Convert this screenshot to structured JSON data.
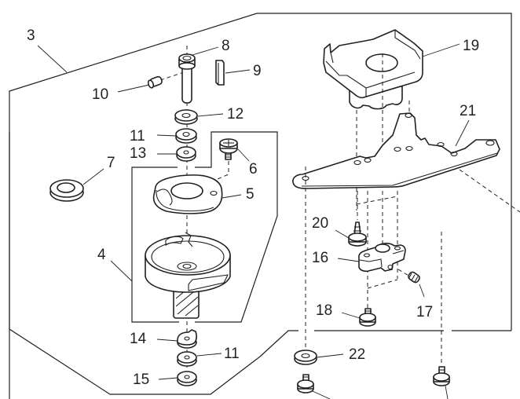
{
  "diagram": {
    "type": "exploded parts diagram",
    "subject": "rotary hook assembly",
    "colors": {
      "line": "#231f20",
      "background": "#ffffff"
    },
    "callouts": [
      {
        "id": "3",
        "label": "3"
      },
      {
        "id": "4",
        "label": "4"
      },
      {
        "id": "5",
        "label": "5"
      },
      {
        "id": "6",
        "label": "6"
      },
      {
        "id": "7",
        "label": "7"
      },
      {
        "id": "8",
        "label": "8"
      },
      {
        "id": "9",
        "label": "9"
      },
      {
        "id": "10",
        "label": "10"
      },
      {
        "id": "11a",
        "label": "11"
      },
      {
        "id": "12",
        "label": "12"
      },
      {
        "id": "13",
        "label": "13"
      },
      {
        "id": "14",
        "label": "14"
      },
      {
        "id": "11b",
        "label": "11"
      },
      {
        "id": "15",
        "label": "15"
      },
      {
        "id": "16",
        "label": "16"
      },
      {
        "id": "17",
        "label": "17"
      },
      {
        "id": "18",
        "label": "18"
      },
      {
        "id": "19",
        "label": "19"
      },
      {
        "id": "20",
        "label": "20"
      },
      {
        "id": "21",
        "label": "21"
      },
      {
        "id": "22",
        "label": "22"
      }
    ]
  }
}
